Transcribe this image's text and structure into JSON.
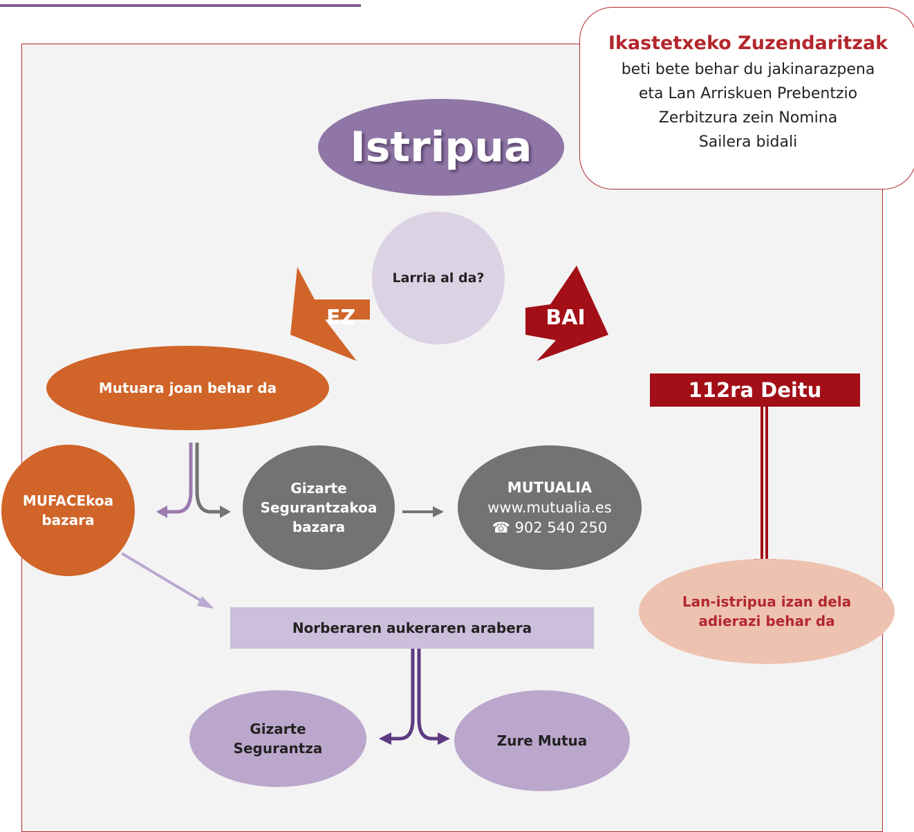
{
  "colors": {
    "purple": "#8f76a6",
    "light_purple": "#dbd3e4",
    "orange": "#d06429",
    "grey": "#737373",
    "red": "#a30f17",
    "peach": "#eec2b0",
    "lavender": "#bba7cc",
    "frame_border": "#b3272d",
    "frame_fill": "#f3f3f3"
  },
  "note": {
    "title": "Ikastetxeko Zuzendaritzak",
    "lines": [
      "beti bete behar du jakinarazpena",
      "eta Lan Arriskuen Prebentzio",
      "Zerbitzura zein Nomina",
      "Sailera bidali"
    ]
  },
  "nodes": {
    "istripua": "Istripua",
    "larria": "Larria al da?",
    "ez": "EZ",
    "bai": "BAI",
    "mutuara": "Mutuara joan behar da",
    "mufac": [
      "MUFACEkoa",
      "bazara"
    ],
    "gizarte_segurantzakoa": [
      "Gizarte",
      "Segurantzakoa",
      "bazara"
    ],
    "mutualia": {
      "name": "MUTUALIA",
      "web": "www.mutualia.es",
      "phone_icon": "phone-icon",
      "phone": "902 540 250"
    },
    "norberaren": "Norberaren aukeraren arabera",
    "gizarte_segurantza": [
      "Gizarte",
      "Segurantza"
    ],
    "zure_mutua": "Zure Mutua",
    "deitu": "112ra Deitu",
    "lan_istripua": [
      "Lan-istripua izan dela",
      "adierazi behar da"
    ]
  }
}
